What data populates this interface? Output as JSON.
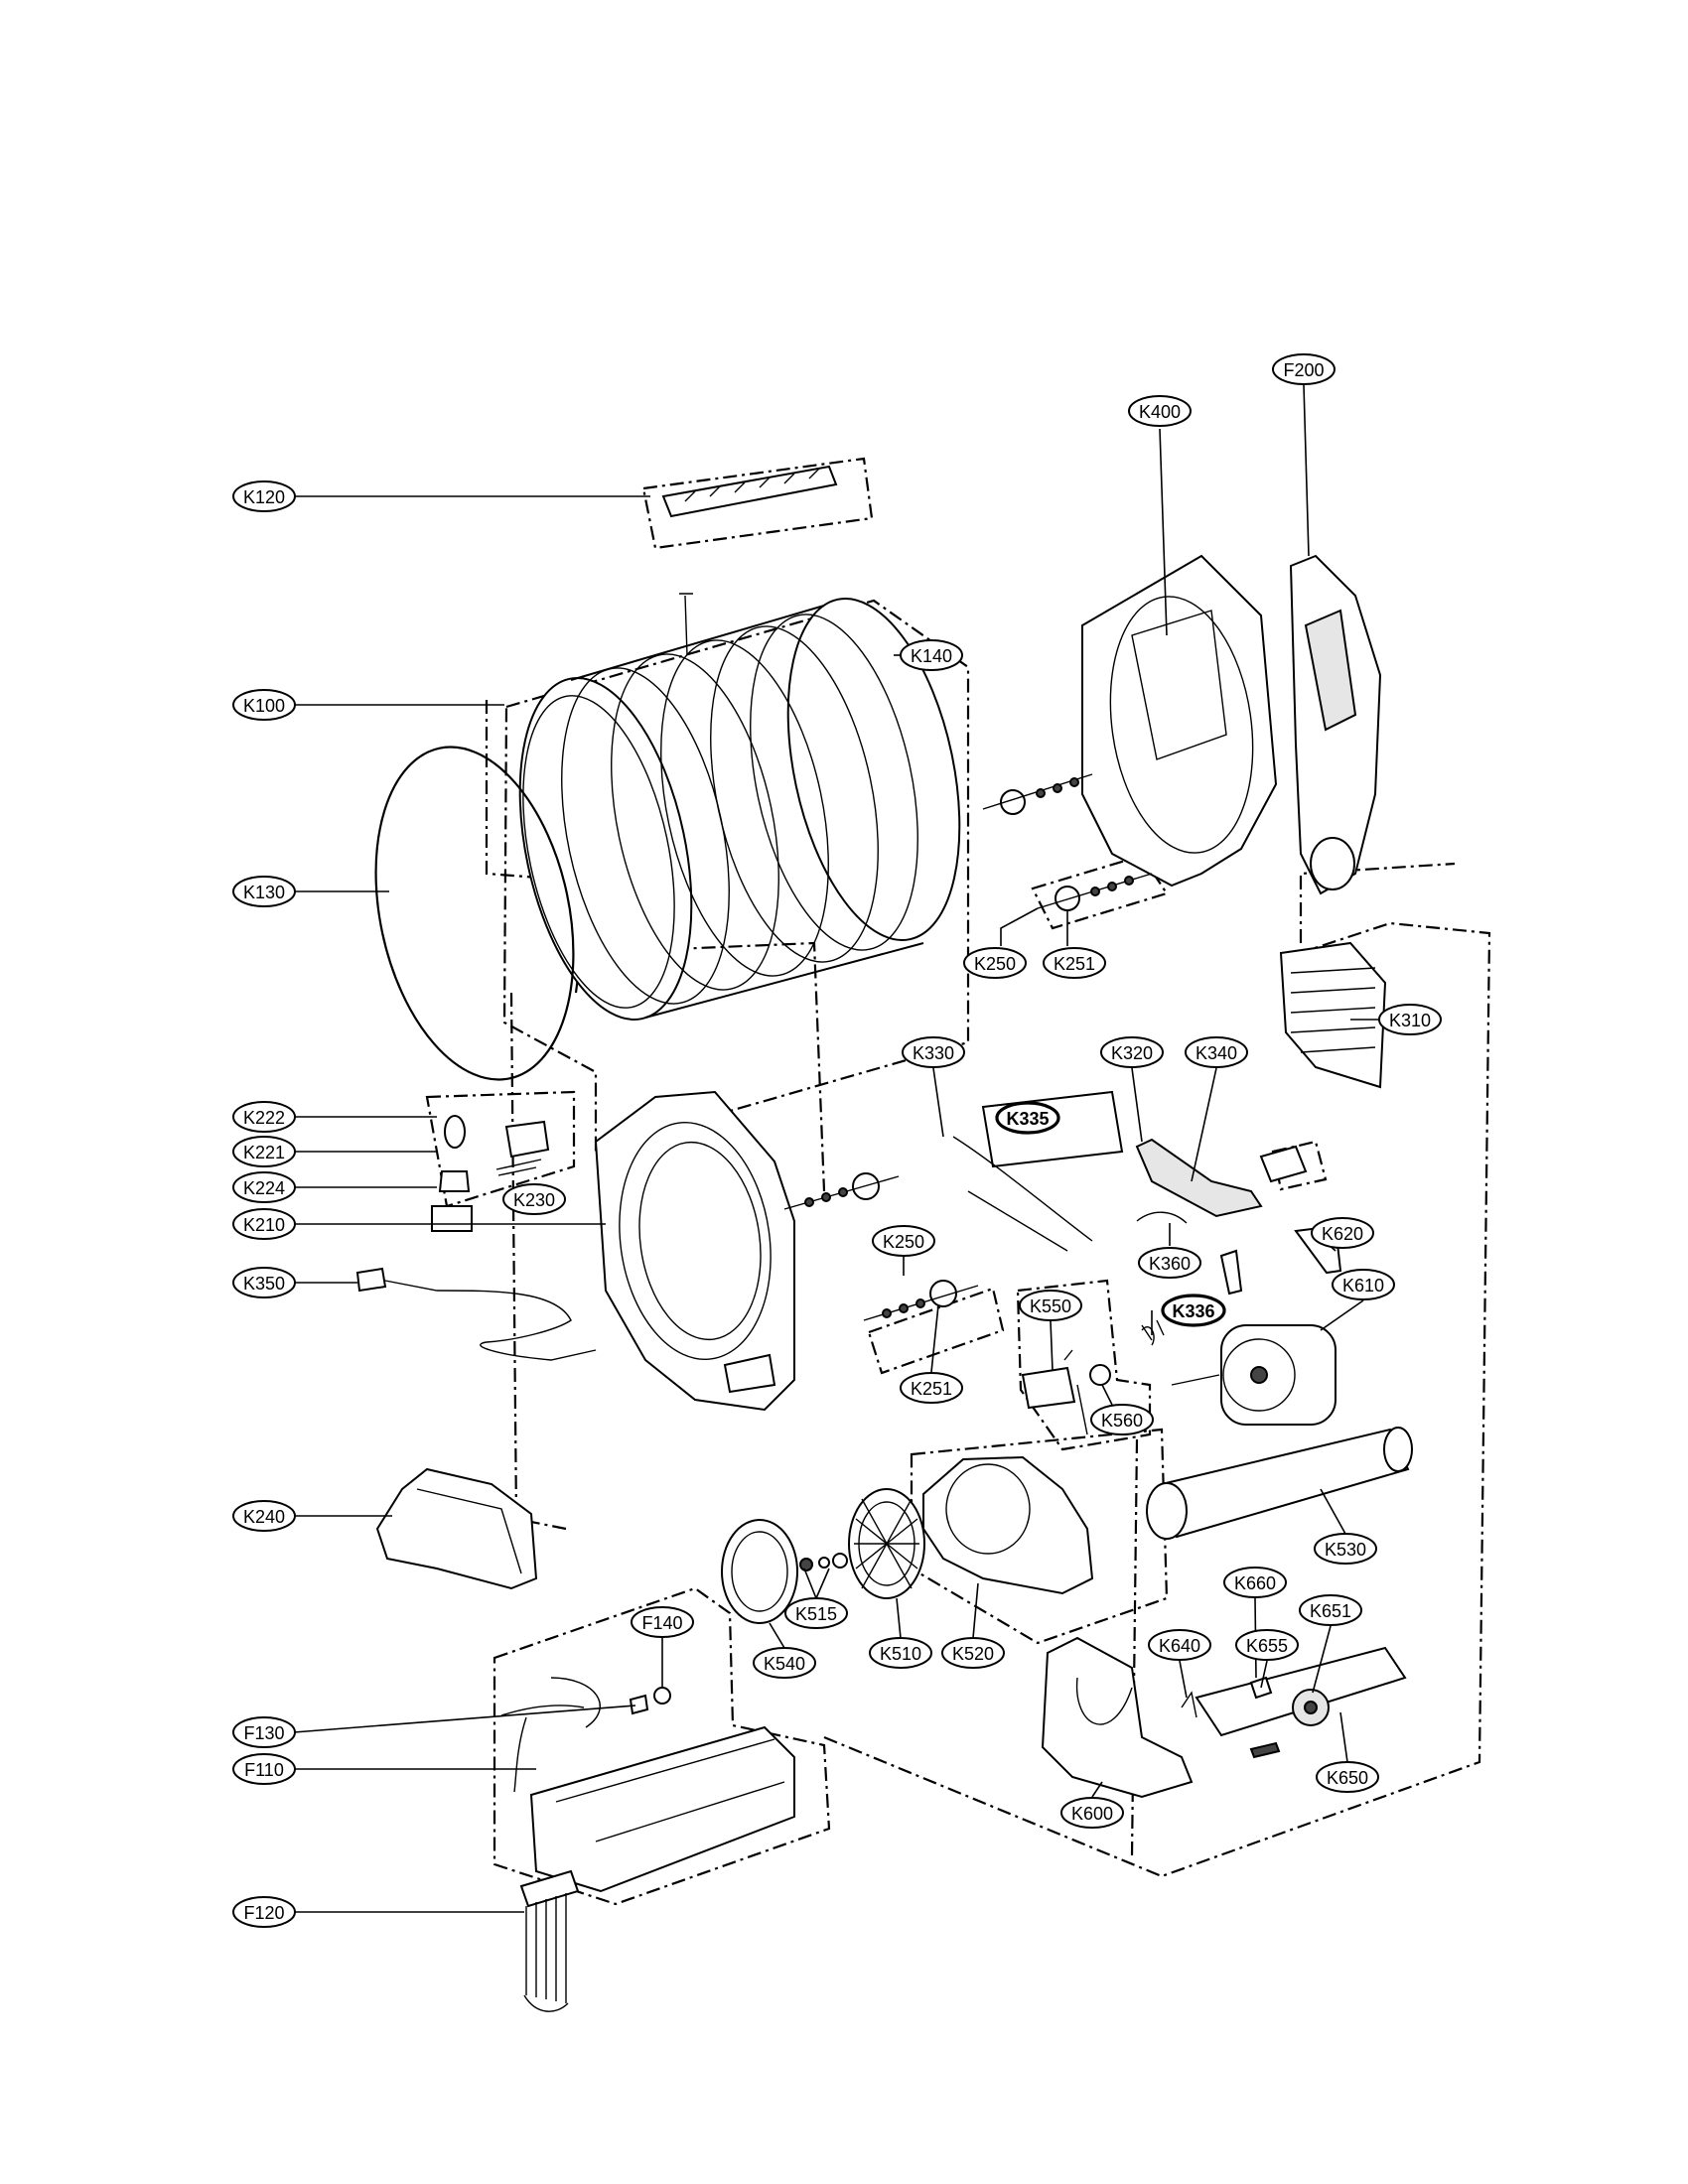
{
  "diagram": {
    "labels": [
      {
        "id": "k120",
        "text": "K120"
      },
      {
        "id": "k100",
        "text": "K100"
      },
      {
        "id": "k130",
        "text": "K130"
      },
      {
        "id": "k140",
        "text": "K140"
      },
      {
        "id": "k400",
        "text": "K400"
      },
      {
        "id": "f200",
        "text": "F200"
      },
      {
        "id": "k250a",
        "text": "K250"
      },
      {
        "id": "k251a",
        "text": "K251"
      },
      {
        "id": "k310",
        "text": "K310"
      },
      {
        "id": "k330",
        "text": "K330"
      },
      {
        "id": "k335",
        "text": "K335"
      },
      {
        "id": "k320",
        "text": "K320"
      },
      {
        "id": "k340",
        "text": "K340"
      },
      {
        "id": "k222",
        "text": "K222"
      },
      {
        "id": "k221",
        "text": "K221"
      },
      {
        "id": "k224",
        "text": "K224"
      },
      {
        "id": "k230",
        "text": "K230"
      },
      {
        "id": "k210",
        "text": "K210"
      },
      {
        "id": "k350",
        "text": "K350"
      },
      {
        "id": "k360",
        "text": "K360"
      },
      {
        "id": "k620",
        "text": "K620"
      },
      {
        "id": "k250b",
        "text": "K250"
      },
      {
        "id": "k251b",
        "text": "K251"
      },
      {
        "id": "k550",
        "text": "K550"
      },
      {
        "id": "k336",
        "text": "K336"
      },
      {
        "id": "k610",
        "text": "K610"
      },
      {
        "id": "k560",
        "text": "K560"
      },
      {
        "id": "k240",
        "text": "K240"
      },
      {
        "id": "k530",
        "text": "K530"
      },
      {
        "id": "k515",
        "text": "K515"
      },
      {
        "id": "k540",
        "text": "K540"
      },
      {
        "id": "k510",
        "text": "K510"
      },
      {
        "id": "k520",
        "text": "K520"
      },
      {
        "id": "k660",
        "text": "K660"
      },
      {
        "id": "k651",
        "text": "K651"
      },
      {
        "id": "k640",
        "text": "K640"
      },
      {
        "id": "k655",
        "text": "K655"
      },
      {
        "id": "k650",
        "text": "K650"
      },
      {
        "id": "k600",
        "text": "K600"
      },
      {
        "id": "f140",
        "text": "F140"
      },
      {
        "id": "f130",
        "text": "F130"
      },
      {
        "id": "f110",
        "text": "F110"
      },
      {
        "id": "f120",
        "text": "F120"
      }
    ]
  }
}
